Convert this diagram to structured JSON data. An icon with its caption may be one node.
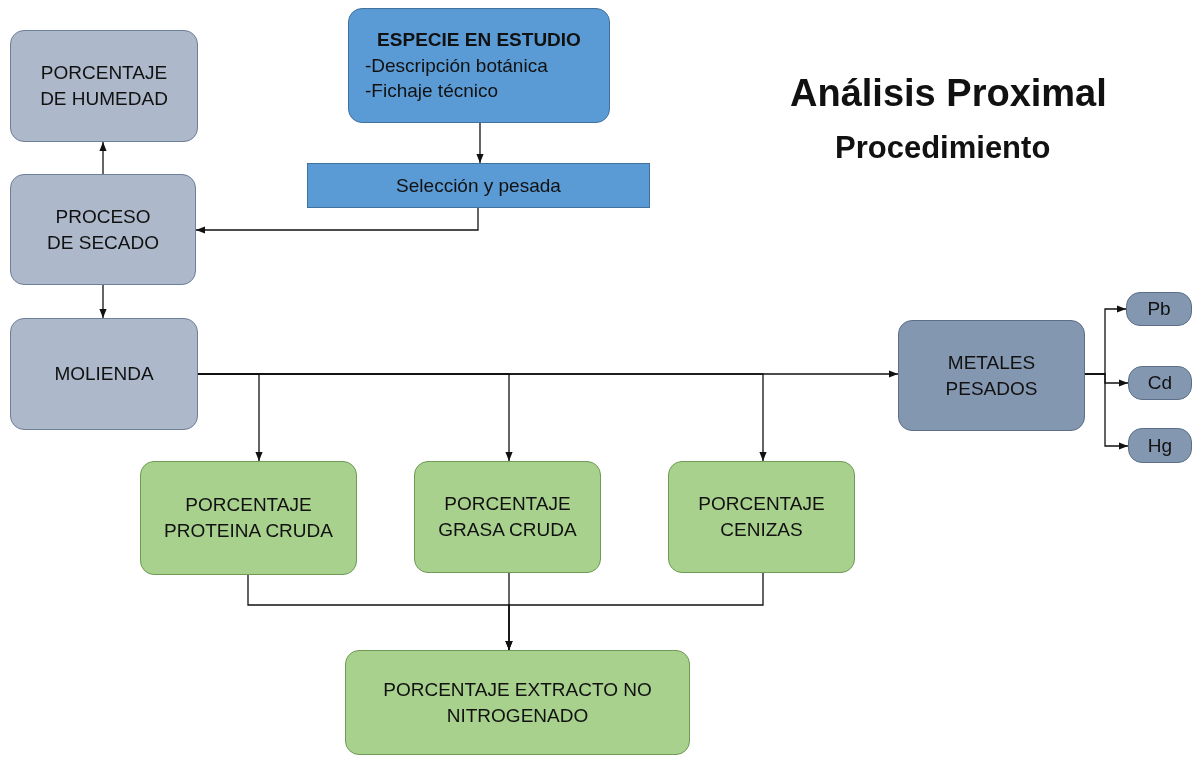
{
  "diagram": {
    "title": "Análisis Proximal",
    "nodes": [
      {
        "text": [
          "PORCENTAJE DE HUMEDAD"
        ]
      },
      {
        "text": [
          "ESPECIE EN ESTUDIO",
          "-Descripción botánica",
          "-Fichaje técnico"
        ]
      },
      {
        "text": [
          "Selección y pesada"
        ]
      },
      {
        "text": [
          "PROCESO DE SECADO"
        ]
      },
      {
        "text": [
          "MOLIENDA"
        ]
      },
      {
        "text": [
          "METALES PESADOS"
        ]
      },
      {
        "text": [
          "Pb"
        ]
      },
      {
        "text": [
          "Cd"
        ]
      },
      {
        "text": [
          "Hg"
        ]
      },
      {
        "text": [
          "PORCENTAJE PROTEINA CRUDA"
        ]
      },
      {
        "text": [
          "PORCENTAJE GRASA CRUDA"
        ]
      },
      {
        "text": [
          "PORCENTAJE CENIZAS"
        ]
      },
      {
        "text": [
          "PORCENTAJE EXTRACTO NO NITROGENADO"
        ]
      }
    ],
    "edges": [
      {
        "from": 1,
        "to": 2,
        "arrow": "to"
      },
      {
        "from": 2,
        "to": 3,
        "arrow": "to"
      },
      {
        "from": 3,
        "to": 0,
        "arrow": "to"
      },
      {
        "from": 3,
        "to": 4,
        "arrow": "to"
      },
      {
        "from": 4,
        "to": 5,
        "arrow": "to"
      },
      {
        "from": 4,
        "to": 9,
        "arrow": "to"
      },
      {
        "from": 4,
        "to": 10,
        "arrow": "to"
      },
      {
        "from": 4,
        "to": 11,
        "arrow": "to"
      },
      {
        "from": 5,
        "to": 6,
        "arrow": "to"
      },
      {
        "from": 5,
        "to": 7,
        "arrow": "to"
      },
      {
        "from": 5,
        "to": 8,
        "arrow": "to"
      },
      {
        "from": 9,
        "to": 12,
        "arrow": "to"
      },
      {
        "from": 10,
        "to": 12,
        "arrow": "to"
      },
      {
        "from": 11,
        "to": 12,
        "arrow": "to"
      }
    ],
    "labels": [
      "Procedimiento"
    ]
  }
}
